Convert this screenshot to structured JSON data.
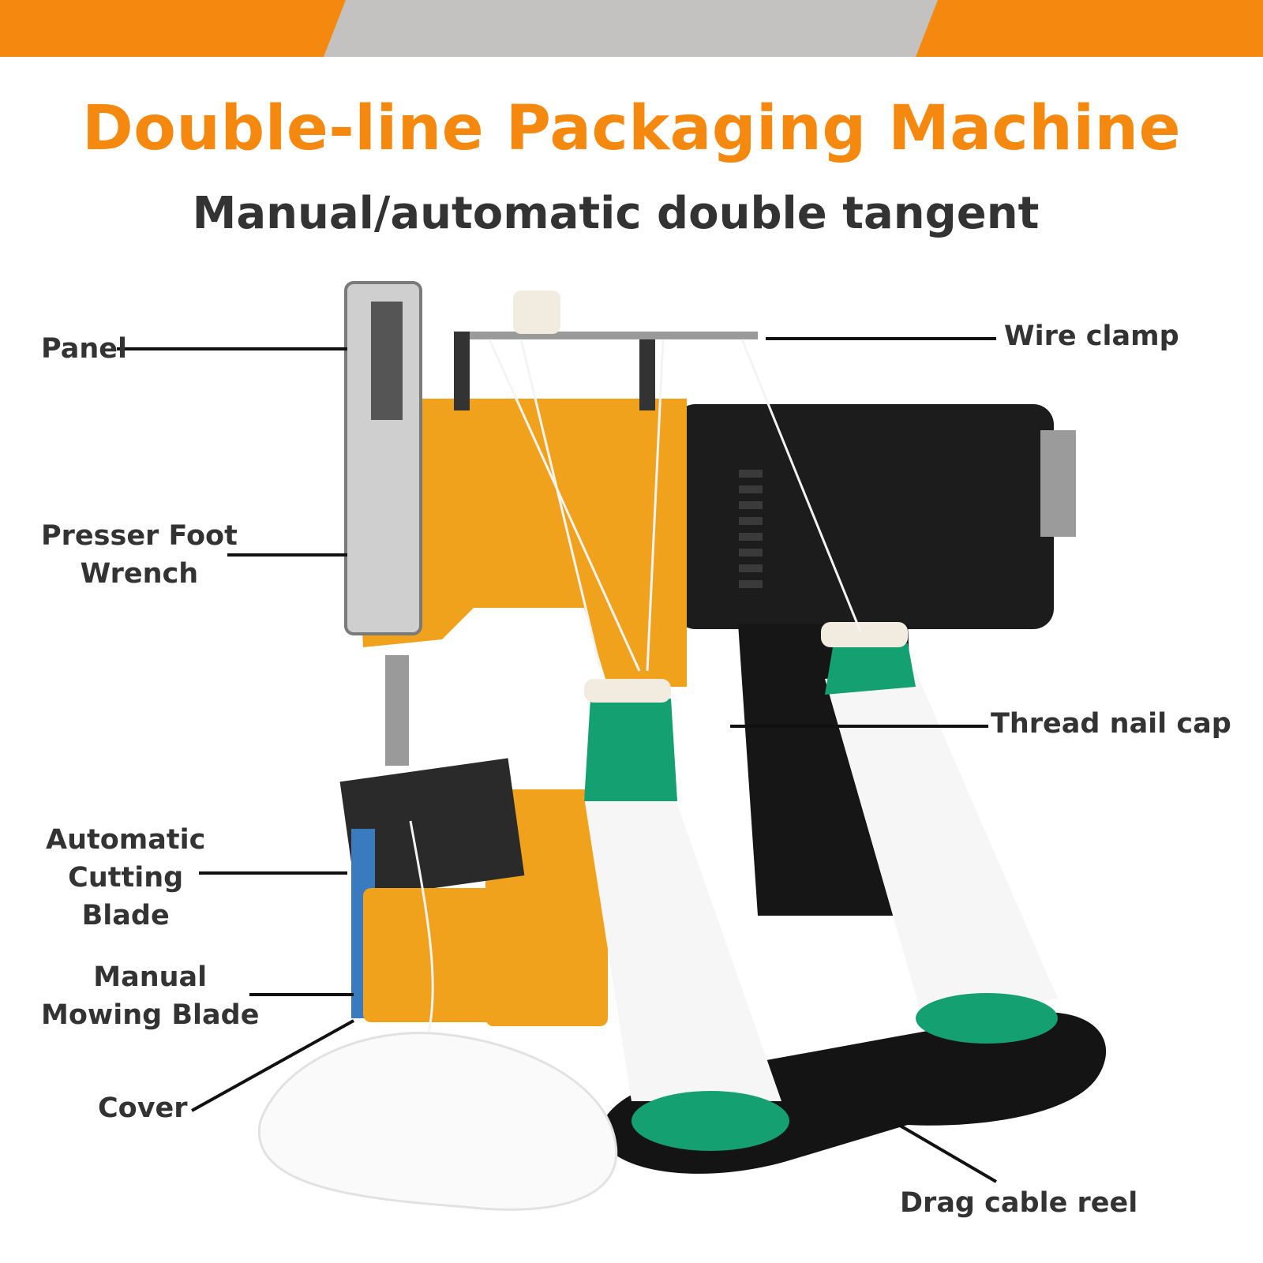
{
  "header": {
    "title": "Double-line Packaging Machine",
    "subtitle": "Manual/automatic double tangent"
  },
  "colors": {
    "accent": "#f5890f",
    "banner_gray": "#c4c2c0",
    "text": "#333333",
    "machine_body": "#f1a21c",
    "motor": "#1c1c1c",
    "spool_green": "#14a070"
  },
  "labels": {
    "panel": "Panel",
    "presser_foot_l1": "Presser Foot",
    "presser_foot_l2": "Wrench",
    "cutting_l1": "Automatic",
    "cutting_l2": "Cutting",
    "cutting_l3": "Blade",
    "mowing_l1": "Manual",
    "mowing_l2": "Mowing Blade",
    "cover": "Cover",
    "wire_clamp": "Wire clamp",
    "thread_nail_cap": "Thread nail cap",
    "drag_cable_reel": "Drag cable reel"
  }
}
